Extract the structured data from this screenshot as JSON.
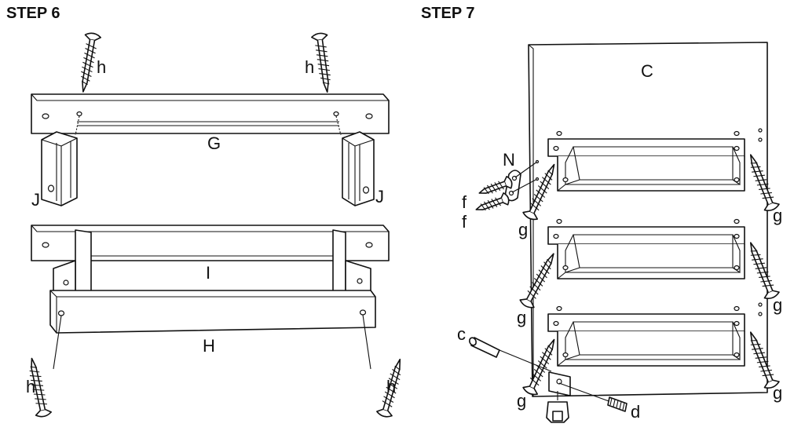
{
  "steps": [
    {
      "title": "STEP 6",
      "labels": {
        "h_tl": "h",
        "h_tr": "h",
        "g": "G",
        "j_left": "J",
        "j_right": "J",
        "i": "I",
        "h_part": "H",
        "h_bl": "h",
        "h_br": "h"
      }
    },
    {
      "title": "STEP 7",
      "labels": {
        "c_panel": "C",
        "n": "N",
        "f1": "f",
        "f2": "f",
        "g1": "g",
        "g2": "g",
        "g3": "g",
        "g4": "g",
        "g5": "g",
        "g6": "g",
        "c_small": "c",
        "d": "d"
      }
    }
  ]
}
